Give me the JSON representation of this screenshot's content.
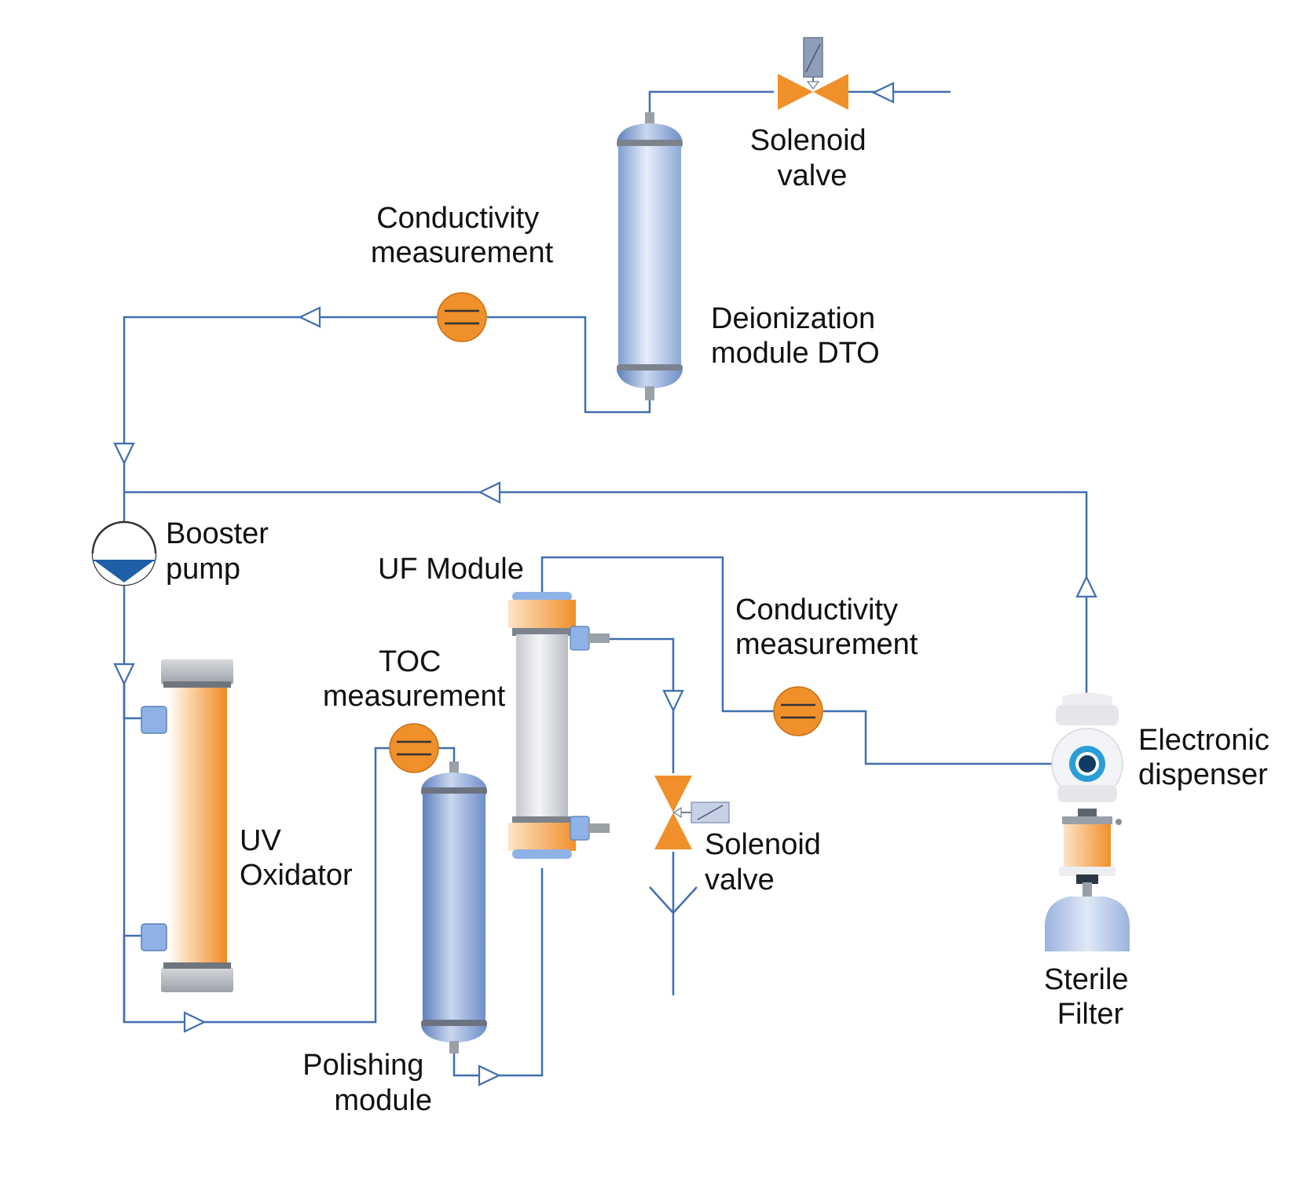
{
  "labels": {
    "solenoid_valve_top": [
      "Solenoid",
      "valve"
    ],
    "conductivity_top": [
      "Conductivity",
      "measurement"
    ],
    "deionization": [
      "Deionization",
      "module DTO"
    ],
    "booster_pump": [
      "Booster",
      "pump"
    ],
    "uf_module": "UF Module",
    "conductivity_right": [
      "Conductivity",
      "measurement"
    ],
    "toc": [
      "TOC",
      "measurement"
    ],
    "electronic_dispenser": [
      "Electronic",
      "dispenser"
    ],
    "uv_oxidator": [
      "UV",
      "Oxidator"
    ],
    "solenoid_valve_mid": [
      "Solenoid",
      "valve"
    ],
    "sterile_filter": [
      "Sterile",
      "Filter"
    ],
    "polishing_module": [
      "Polishing",
      "module"
    ]
  },
  "colors": {
    "pipe": "#3f6fb0",
    "orange": "#f0902a",
    "module_blue": "#9fb8e0",
    "metal_gray": "#b8bcc2",
    "pump_water": "#1e5fa8"
  }
}
